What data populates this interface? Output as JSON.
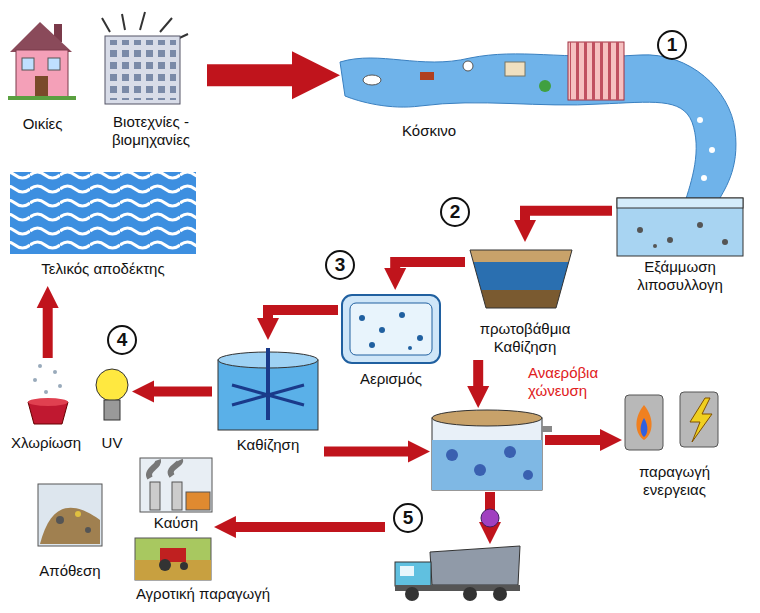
{
  "diagram": {
    "nodes": [
      {
        "text": [
          "Οικίες"
        ]
      },
      {
        "text": [
          "Βιοτεχνίες - βιομηχανίες"
        ]
      },
      {
        "text": [
          "Κόσκινο"
        ]
      },
      {
        "text": [
          "Εξάμμωση λιποσυλλογη"
        ]
      },
      {
        "text": [
          "Τελικός αποδέκτης"
        ]
      },
      {
        "text": [
          "πρωτοβάθμια Καθίζηση"
        ]
      },
      {
        "text": [
          "Αερισμός"
        ]
      },
      {
        "text": [
          "Χλωρίωση"
        ]
      },
      {
        "text": [
          "UV"
        ]
      },
      {
        "text": [
          "Καθίζηση"
        ]
      },
      {
        "text": [
          "Αναερόβια χώνευση"
        ]
      },
      {
        "text": [
          "παραγωγή ενεργειας"
        ]
      },
      {
        "text": [
          "Καύση"
        ]
      },
      {
        "text": [
          "Απόθεση"
        ]
      },
      {
        "text": [
          "Αγροτική παραγωγή"
        ]
      }
    ],
    "edges": [
      {
        "from": 1,
        "to": 2,
        "arrow": "to"
      },
      {
        "from": 3,
        "to": 5,
        "arrow": "to"
      },
      {
        "from": 5,
        "to": 6,
        "arrow": "to"
      },
      {
        "from": 6,
        "to": 9,
        "arrow": "to"
      },
      {
        "from": 5,
        "to": 10,
        "arrow": "to"
      },
      {
        "from": 9,
        "to": 8,
        "arrow": "to"
      },
      {
        "from": 9,
        "to": 10,
        "arrow": "to"
      },
      {
        "from": 10,
        "to": 11,
        "arrow": "to"
      },
      {
        "from": 7,
        "to": 4,
        "arrow": "to"
      }
    ],
    "labels": [
      "1",
      "2",
      "3",
      "4",
      "5"
    ]
  }
}
